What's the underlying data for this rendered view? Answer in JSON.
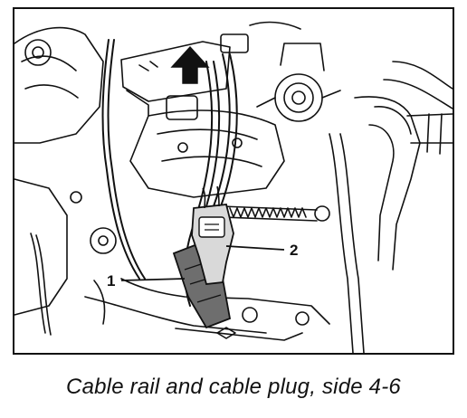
{
  "figure": {
    "caption": "Cable rail and cable plug, side 4-6",
    "callouts": [
      {
        "label": "1"
      },
      {
        "label": "2"
      }
    ]
  },
  "colors": {
    "ink": "#111111",
    "connector_fill": "#6e6e6e",
    "plug_fill": "#d9d9d9",
    "background": "#ffffff"
  },
  "icons": [
    "arrow-up-icon"
  ]
}
